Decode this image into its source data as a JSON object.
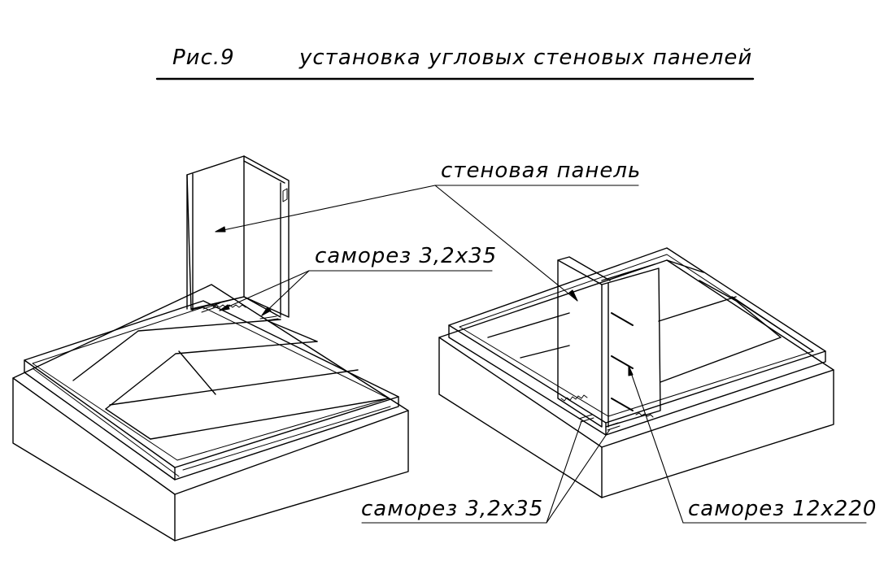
{
  "figure": {
    "number": "Рис.9",
    "title": "установка угловых стеновых панелей"
  },
  "callouts": {
    "wall_panel": "стеновая панель",
    "screw_top": "саморез 3,2х35",
    "screw_bottom": "саморез 3,2х35",
    "screw_long": "саморез 12х220"
  }
}
